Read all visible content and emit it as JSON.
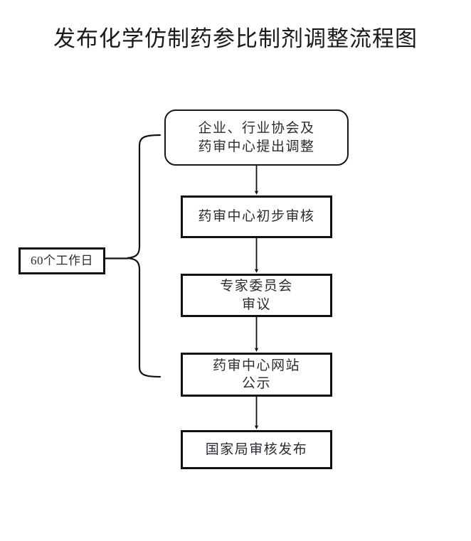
{
  "page": {
    "title": "发布化学仿制药参比制剂调整流程图",
    "background_color": "#ffffff",
    "line_color": "#111114",
    "text_color": "#2b2b33"
  },
  "diagram": {
    "type": "flowchart",
    "orientation": "top-to-bottom",
    "duration_label": {
      "name": "duration-label",
      "shape": "rectangle",
      "text": "60个工作日",
      "scope": "brace spans from 企业、行业协会及药审中心提出调整 through 药审中心网站公示"
    },
    "nodes": [
      {
        "id": "node-start",
        "shape": "rounded-rectangle",
        "lines": [
          "企业、行业协会及",
          "药审中心提出调整"
        ]
      },
      {
        "id": "node-p1",
        "shape": "rectangle",
        "lines": [
          "药审中心初步审核"
        ]
      },
      {
        "id": "node-p2",
        "shape": "rectangle",
        "lines": [
          "专家委员会",
          "审议"
        ]
      },
      {
        "id": "node-p3",
        "shape": "rectangle",
        "lines": [
          "药审中心网站",
          "公示"
        ]
      },
      {
        "id": "node-p4",
        "shape": "rectangle",
        "lines": [
          "国家局审核发布"
        ]
      }
    ],
    "edges": [
      {
        "from": "node-start",
        "to": "node-p1",
        "style": "arrow-down"
      },
      {
        "from": "node-p1",
        "to": "node-p2",
        "style": "arrow-down"
      },
      {
        "from": "node-p2",
        "to": "node-p3",
        "style": "arrow-down"
      },
      {
        "from": "node-p3",
        "to": "node-p4",
        "style": "arrow-down"
      },
      {
        "from": "duration-label",
        "to": "brace",
        "style": "curly-brace-left"
      }
    ]
  }
}
